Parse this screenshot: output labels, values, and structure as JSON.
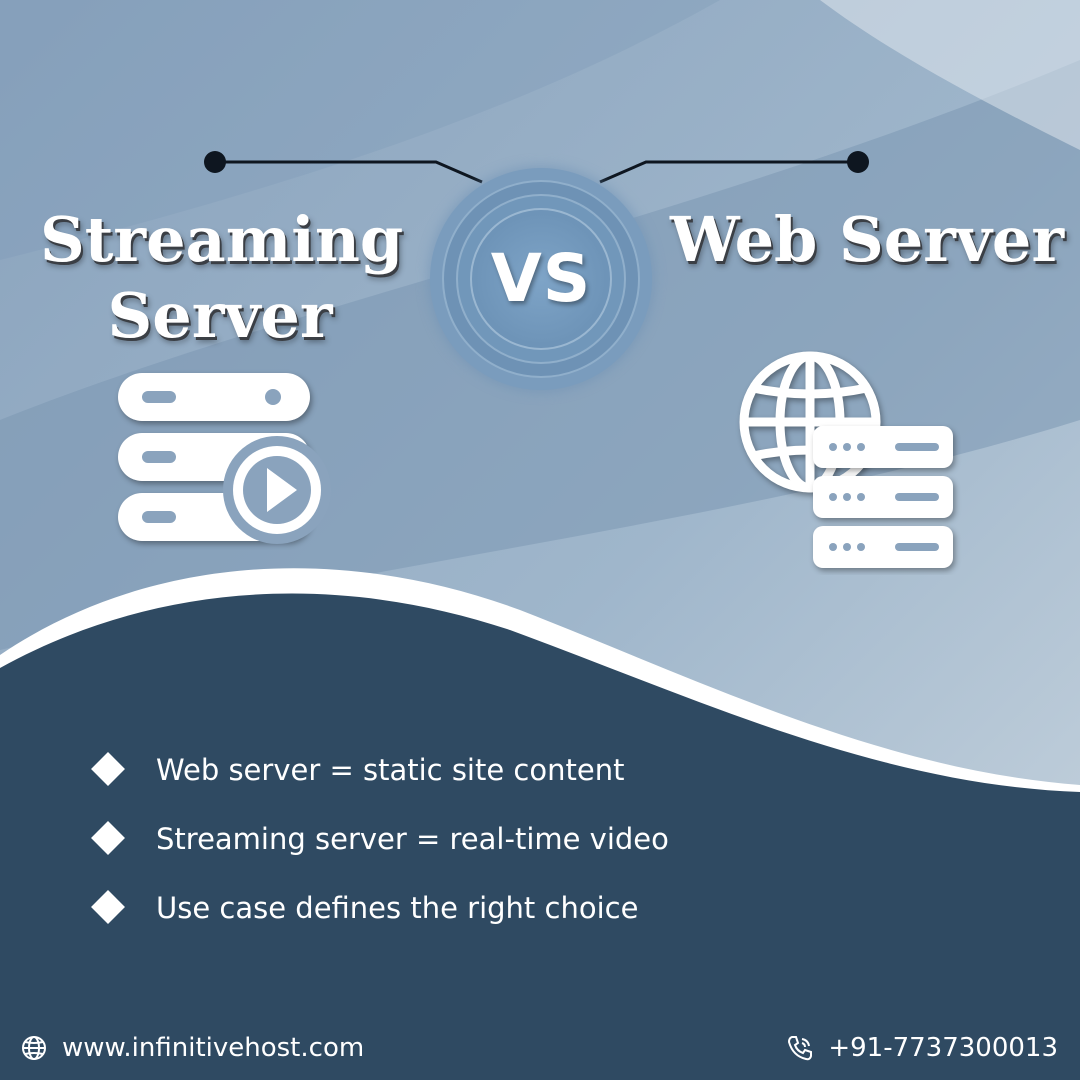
{
  "colors": {
    "dark_navy": "#2f4a62",
    "steel_blue": "#8fa9c2",
    "light_sky": "#c5d3df",
    "white": "#ffffff"
  },
  "header": {
    "left_title": "Streaming Server",
    "right_title": "Web Server",
    "versus": "VS"
  },
  "icons": {
    "left": "streaming-server-icon",
    "right": "web-server-icon"
  },
  "points": [
    {
      "icon": "diamond-bullet-icon",
      "text": "Web server = static site content"
    },
    {
      "icon": "diamond-bullet-icon",
      "text": "Streaming server = real-time video"
    },
    {
      "icon": "diamond-bullet-icon",
      "text": "Use case defines the right choice"
    }
  ],
  "footer": {
    "website": "www.infinitivehost.com",
    "website_icon": "globe-icon",
    "phone": "+91-7737300013",
    "phone_icon": "phone-icon"
  }
}
